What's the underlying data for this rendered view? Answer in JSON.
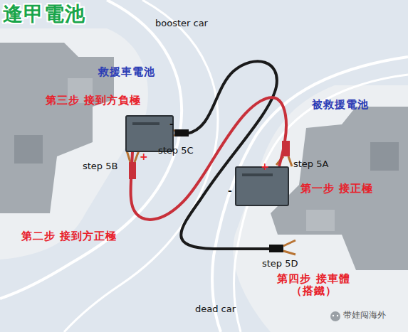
{
  "diagram": {
    "title": "逢甲電池",
    "nodes": [
      {
        "text": [
          "救援車電池"
        ]
      },
      {
        "text": [
          "被救援電池"
        ]
      }
    ],
    "edges": [
      {
        "from": 0,
        "to": 1,
        "arrow": "none"
      }
    ],
    "labels": [
      "booster car",
      "第三步 接到方負極",
      "-",
      "+",
      "step 5C",
      "step 5B",
      "第二步 接到方正極",
      "+",
      "step 5A",
      "-",
      "第一步 接正極",
      "step 5D",
      "第四步 接車體（搭鐵）",
      "dead car",
      "带娃闯海外"
    ]
  }
}
